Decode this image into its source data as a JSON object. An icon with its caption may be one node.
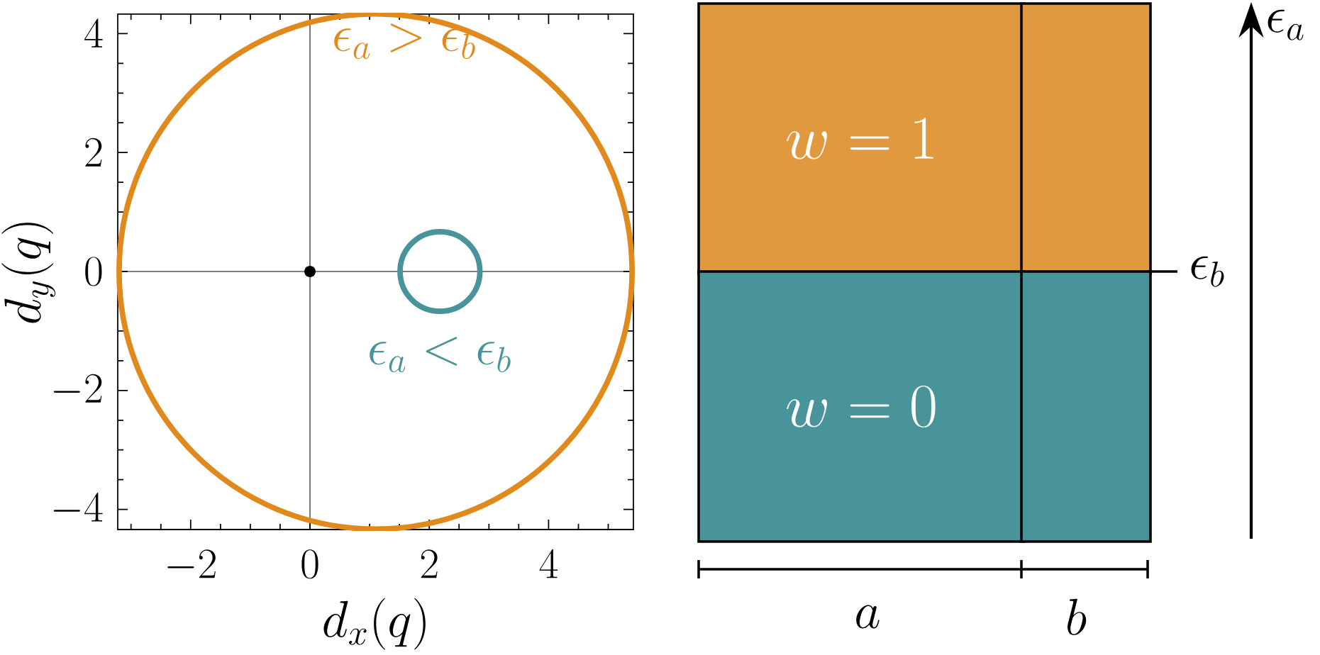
{
  "diagram": {
    "nodes": [
      {
        "text": [
          "w = 1"
        ]
      },
      {
        "text": [],
        "shape": "box"
      },
      {
        "text": [
          "w = 0"
        ]
      },
      {
        "text": [],
        "shape": "box"
      }
    ],
    "labels": [
      "4",
      "2",
      "0",
      "-2",
      "-4",
      "d_y(q)",
      "\\epsilon_a > \\epsilon_b",
      "\\epsilon_a < \\epsilon_b",
      "-2",
      "0",
      "2",
      "4",
      "d_x(q)",
      "\\epsilon_a",
      "\\epsilon_b",
      "a",
      "b"
    ]
  }
}
